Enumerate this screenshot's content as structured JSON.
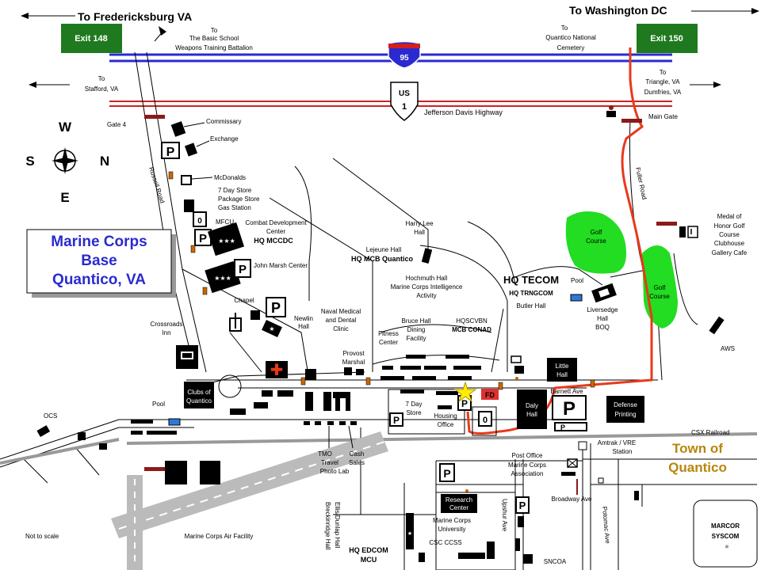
{
  "title": {
    "line1": "Marine Corps",
    "line2": "Base",
    "line3": "Quantico, VA"
  },
  "directions": {
    "fredericksburg": "To Fredericksburg VA",
    "washington": "To Washington DC",
    "basic_school": [
      "To",
      "The Basic School",
      "Weapons Training Battalion"
    ],
    "national_cemetery": [
      "To",
      "Quantico National",
      "Cemetery"
    ],
    "stafford": [
      "To",
      "Stafford, VA"
    ],
    "triangle": [
      "To",
      "Triangle, VA",
      "Dumfries, VA"
    ]
  },
  "exits": {
    "exit148": "Exit 148",
    "exit150": "Exit 150"
  },
  "highways": {
    "i95": "95",
    "us1_top": "US",
    "us1_num": "1",
    "jefferson_davis": "Jefferson Davis Highway",
    "csx": "CSX Railroad"
  },
  "compass": {
    "w": "W",
    "s": "S",
    "n": "N",
    "e": "E"
  },
  "town": {
    "line1": "Town  of",
    "line2": "Quantico"
  },
  "syscom": {
    "line1": "MARCOR",
    "line2": "SYSCOM",
    "star": "★"
  },
  "glyphs": {
    "p": "P",
    "zero": "0",
    "star3": "★★★",
    "star": "★",
    "fd": "FD",
    "cross": "✚"
  },
  "labels": {
    "gate4": "Gate 4",
    "main_gate": "Main Gate",
    "commissary": "Commissary",
    "exchange": "Exchange",
    "mcdonalds": "McDonalds",
    "seven_day": [
      "7 Day Store",
      "Package Store",
      "Gas Station"
    ],
    "mfcu": "MFCU",
    "combat_dev": [
      "Combat Development",
      "Center"
    ],
    "hq_mccdc": "HQ MCCDC",
    "john_marsh": "John Marsh Center",
    "russell_road": "Russell Road",
    "fuller_road": "Fuller Road",
    "harry_lee": [
      "Harry Lee",
      "Hall"
    ],
    "lejeune": "Lejeune Hall",
    "hq_mcb": "HQ MCB Quantico",
    "hochmuth": [
      "Hochmuth Hall",
      "Marine Corps Intelligence",
      "Activity"
    ],
    "hq_tecom": "HQ TECOM",
    "hq_trngcom": "HQ TRNGCOM",
    "butler": "Butler Hall",
    "pool": "Pool",
    "liversedge": [
      "Liversedge",
      "Hall",
      "BOQ"
    ],
    "golf": [
      "Golf",
      "Course"
    ],
    "medal_of_honor": [
      "Medal of",
      "Honor Golf",
      "Course",
      "Clubhouse",
      "Gallery Cafe"
    ],
    "aws": "AWS",
    "chapel": "Chapel",
    "newlin": [
      "Newlin",
      "Hall"
    ],
    "naval_medical": [
      "Naval Medical",
      "and Dental",
      "Clinic"
    ],
    "provost": [
      "Provost",
      "Marshal"
    ],
    "fitness": [
      "Fitness",
      "Center"
    ],
    "bruce": [
      "Bruce Hall",
      "Dining",
      "Facility"
    ],
    "hqscvbn": "HQSCVBN",
    "mcb_conad": "MCB CONAD",
    "crossroads": [
      "Crossroads",
      "Inn"
    ],
    "clubs": [
      "Clubs of",
      "Quantico"
    ],
    "ocs": "OCS",
    "seven_day_store": [
      "7 Day",
      "Store"
    ],
    "housing": [
      "Housing",
      "Office"
    ],
    "daly": [
      "Daly",
      "Hall"
    ],
    "little": [
      "Little",
      "Hall"
    ],
    "barnett": "Barnett Ave",
    "defense": [
      "Defense",
      "Printing"
    ],
    "amtrak": [
      "Amtrak / VRE",
      "Station"
    ],
    "tmo": [
      "TMO",
      "Travel",
      "Photo Lab"
    ],
    "cash": [
      "Cash",
      "Sales"
    ],
    "post_office": [
      "Post Office",
      "Marine Corps",
      "Association"
    ],
    "broadway": "Broadway Ave",
    "research": [
      "Research",
      "Center"
    ],
    "upshur": "Upshur Ave",
    "potomac": "Potomac Ave",
    "mcu": [
      "Marine Corps",
      "University"
    ],
    "csc": "CSC  CCSS",
    "ellis": "Ellis/Dunlap Hall",
    "breckinridge": "Breckinridge Hall",
    "hq_edcom": [
      "HQ EDCOM",
      "MCU"
    ],
    "sncoa": "SNCOA",
    "not_to_scale": "Not to scale",
    "air_facility": "Marine Corps Air Facility"
  },
  "colors": {
    "route": "#e8391a",
    "golf": "#22dd22",
    "title_text": "#2a2ad0",
    "town_text": "#b8860b",
    "exit_bg": "#1f7a1f",
    "interstate_blue": "#2a2ad0",
    "us_red": "#d02020",
    "gate": "#8b1a1a"
  }
}
